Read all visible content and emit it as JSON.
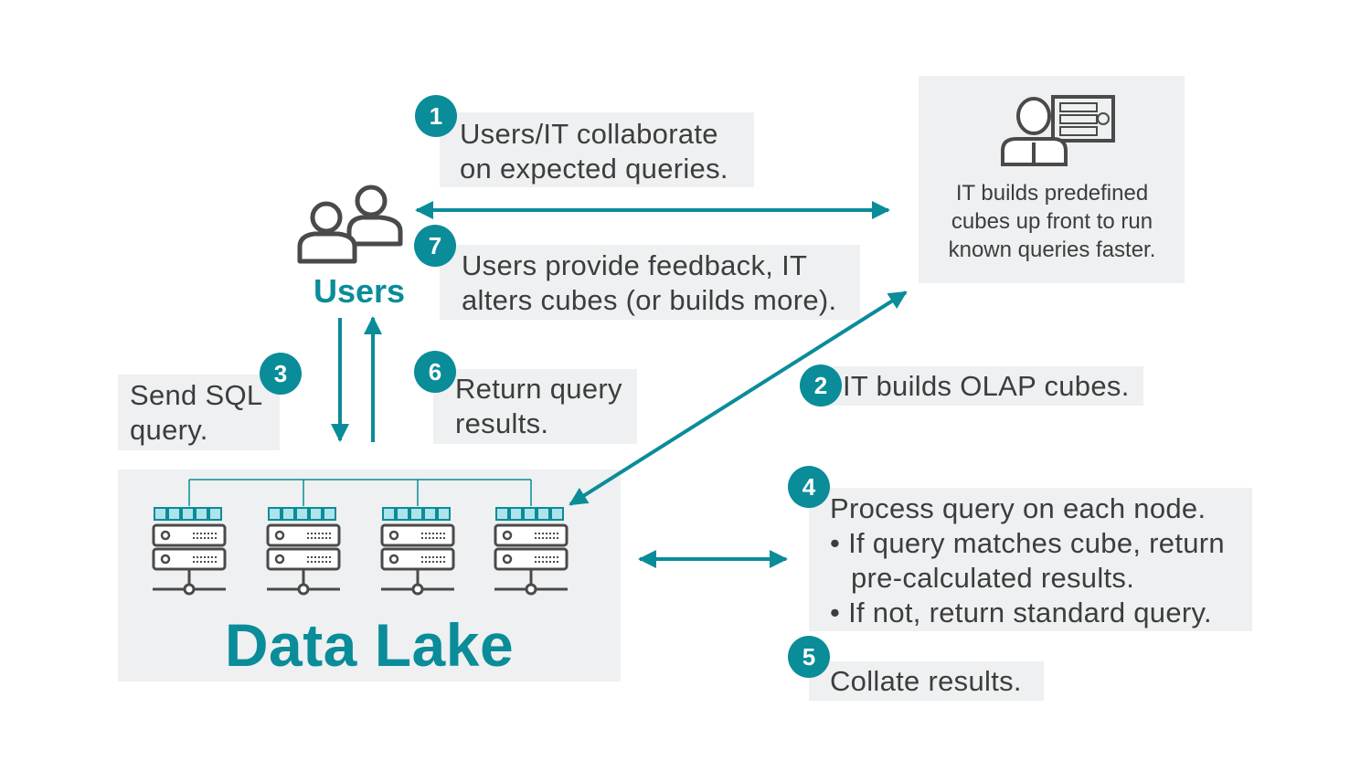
{
  "steps": {
    "s1": {
      "num": "1",
      "text1": "Users/IT collaborate",
      "text2": "on expected queries."
    },
    "s2": {
      "num": "2",
      "text1": "IT builds OLAP cubes."
    },
    "s3": {
      "num": "3",
      "text1": "Send SQL",
      "text2": "query."
    },
    "s4": {
      "num": "4",
      "text1": "Process query on each node.",
      "bullet1a": "• If query matches cube, return",
      "bullet1b": "pre-calculated results.",
      "bullet2": "• If not, return standard query."
    },
    "s5": {
      "num": "5",
      "text1": "Collate results."
    },
    "s6": {
      "num": "6",
      "text1": "Return query",
      "text2": "results."
    },
    "s7": {
      "num": "7",
      "text1": "Users provide feedback, IT",
      "text2": "alters cubes (or builds more)."
    }
  },
  "it_box": {
    "line1": "IT builds predefined",
    "line2": "cubes up front to run",
    "line3": "known queries faster."
  },
  "users": {
    "label": "Users"
  },
  "data_lake": {
    "label": "Data Lake"
  },
  "icons": [
    "users-icon",
    "it-admin-icon",
    "server-node-icon"
  ],
  "colors": {
    "accent": "#0a8c99",
    "box": "#eef0f1",
    "icon": "#4a4a4a",
    "text": "#3d3d3d"
  }
}
